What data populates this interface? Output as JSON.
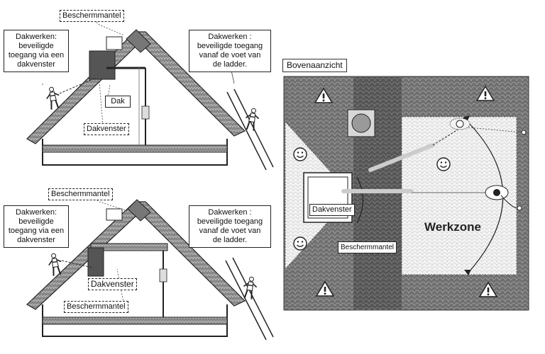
{
  "top_view": {
    "title": "Bovenaanzicht",
    "dakvenster_label": "Dakvenster",
    "beschermmantel_label": "Beschermmantel",
    "werkzone_label": "Werkzone",
    "warning_icon": "warning-triangle-icon",
    "safe_icon": "smiley-icon"
  },
  "section_top": {
    "beschermmantel_label": "Beschermmantel",
    "left_caption_lines": [
      "Dakwerken:",
      "beveiligde",
      "toegang via een",
      "dakvenster"
    ],
    "right_caption_lines": [
      "Dakwerken :",
      "beveiligde toegang",
      "vanaf de voet van",
      "de ladder."
    ],
    "dak_label": "Dak",
    "dakvenster_label": "Dakvenster"
  },
  "section_bottom": {
    "beschermmantel_label": "Beschermmantel",
    "left_caption_lines": [
      "Dakwerken:",
      "beveiligde",
      "toegang via een",
      "dakvenster"
    ],
    "right_caption_lines": [
      "Dakwerken :",
      "beveiligde toegang",
      "vanaf de voet van",
      "de ladder."
    ],
    "dakvenster_label": "Dakvenster",
    "beschermmantel_label_2": "Beschermmantel"
  }
}
